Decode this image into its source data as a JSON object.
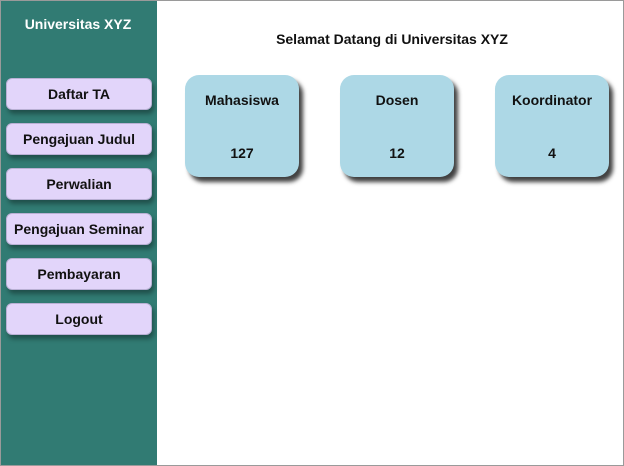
{
  "sidebar": {
    "brand": "Universitas XYZ",
    "items": [
      {
        "label": "Daftar TA"
      },
      {
        "label": "Pengajuan Judul"
      },
      {
        "label": "Perwalian"
      },
      {
        "label": "Pengajuan Seminar"
      },
      {
        "label": "Pembayaran"
      },
      {
        "label": "Logout"
      }
    ]
  },
  "main": {
    "welcome": "Selamat Datang di Universitas XYZ",
    "cards": [
      {
        "title": "Mahasiswa",
        "count": "127"
      },
      {
        "title": "Dosen",
        "count": "12"
      },
      {
        "title": "Koordinator",
        "count": "4"
      }
    ]
  },
  "colors": {
    "sidebar_bg": "#317b73",
    "nav_button_bg": "#e2d5fa",
    "card_bg": "#add8e6"
  }
}
